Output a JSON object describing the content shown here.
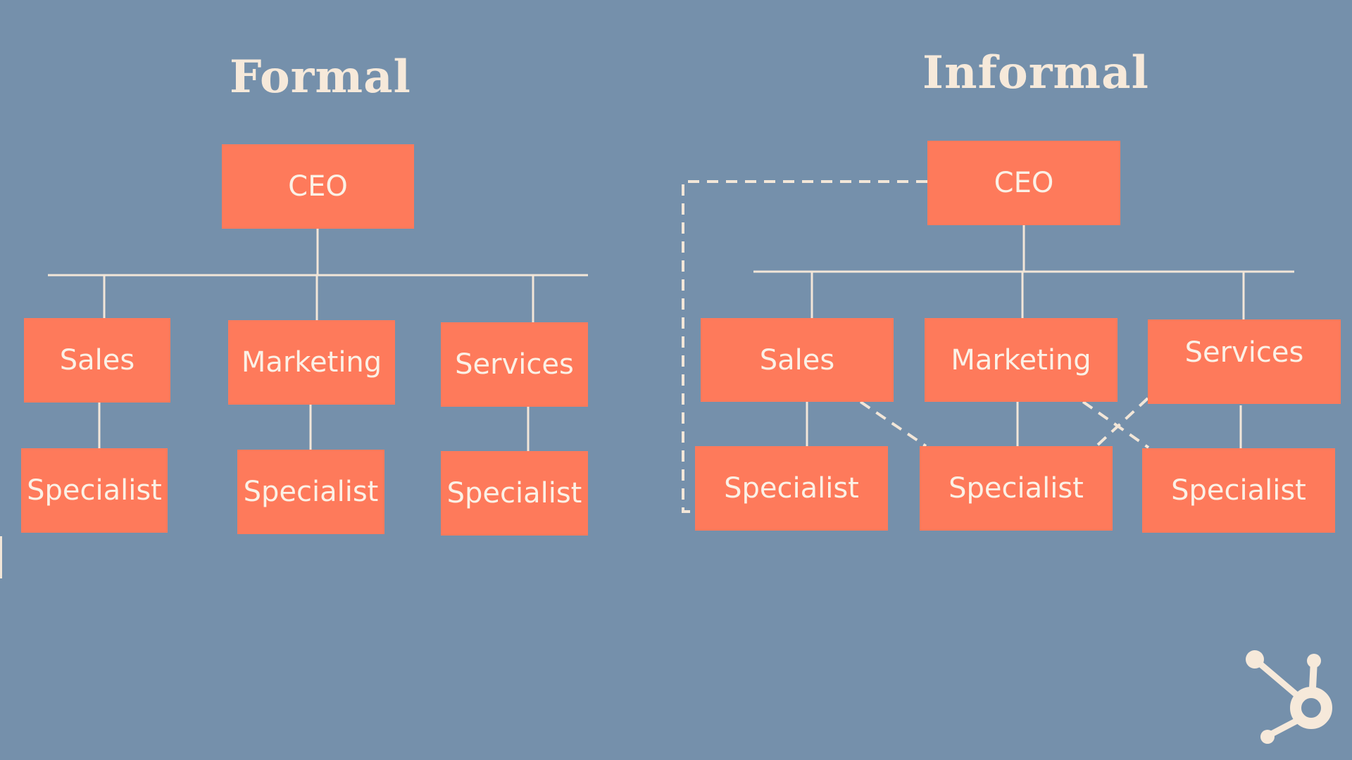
{
  "colors": {
    "background": "#7590ab",
    "box": "#fe7a5b",
    "box_text": "#fbf1e6",
    "heading": "#f6e9da",
    "line": "#f2e6d8"
  },
  "formal": {
    "title": "Formal",
    "ceo": "CEO",
    "departments": [
      "Sales",
      "Marketing",
      "Services"
    ],
    "specialists": [
      "Specialist",
      "Specialist",
      "Specialist"
    ]
  },
  "informal": {
    "title": "Informal",
    "ceo": "CEO",
    "departments": [
      "Sales",
      "Marketing",
      "Services"
    ],
    "specialists": [
      "Specialist",
      "Specialist",
      "Specialist"
    ]
  },
  "logo_icon": "hubspot-sprocket-icon"
}
